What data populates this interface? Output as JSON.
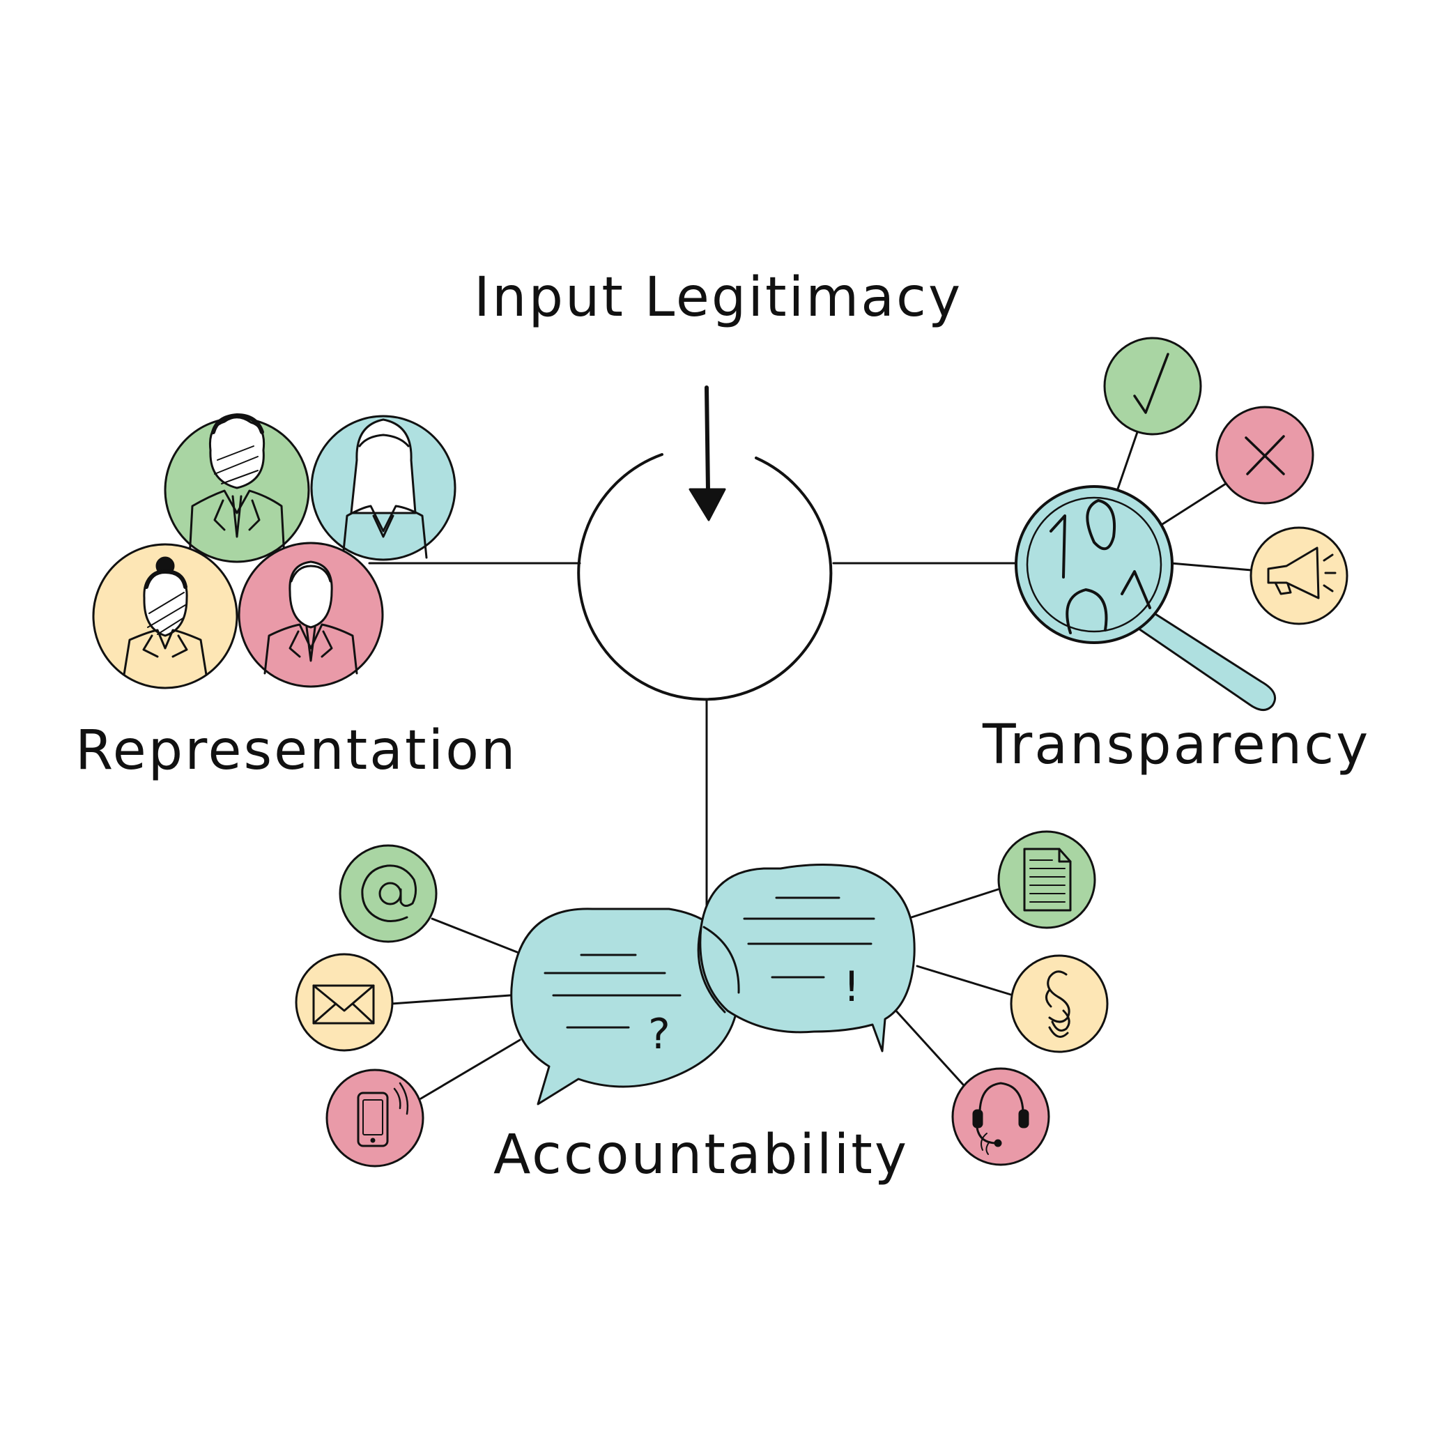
{
  "title": "Input Legitimacy",
  "labels": {
    "representation": "Representation",
    "transparency": "Transparency",
    "accountability": "Accountability"
  },
  "bubbles": {
    "left_mark": "?",
    "right_mark": "!"
  },
  "colors": {
    "green": "#a9d5a3",
    "blue": "#afe0e0",
    "yellow": "#fde6b5",
    "pink": "#e99aa8",
    "stroke": "#111111",
    "background": "#ffffff"
  },
  "icons": {
    "representation": [
      "person-man-curly-hair-icon",
      "person-woman-long-hair-icon",
      "person-woman-bun-icon",
      "person-man-tie-icon"
    ],
    "transparency": [
      "magnifying-glass-icon",
      "checkmark-icon",
      "cross-icon",
      "megaphone-icon"
    ],
    "accountability": [
      "at-sign-icon",
      "envelope-icon",
      "mobile-phone-icon",
      "document-icon",
      "section-sign-icon",
      "headset-icon",
      "speech-bubbles-icon"
    ]
  }
}
